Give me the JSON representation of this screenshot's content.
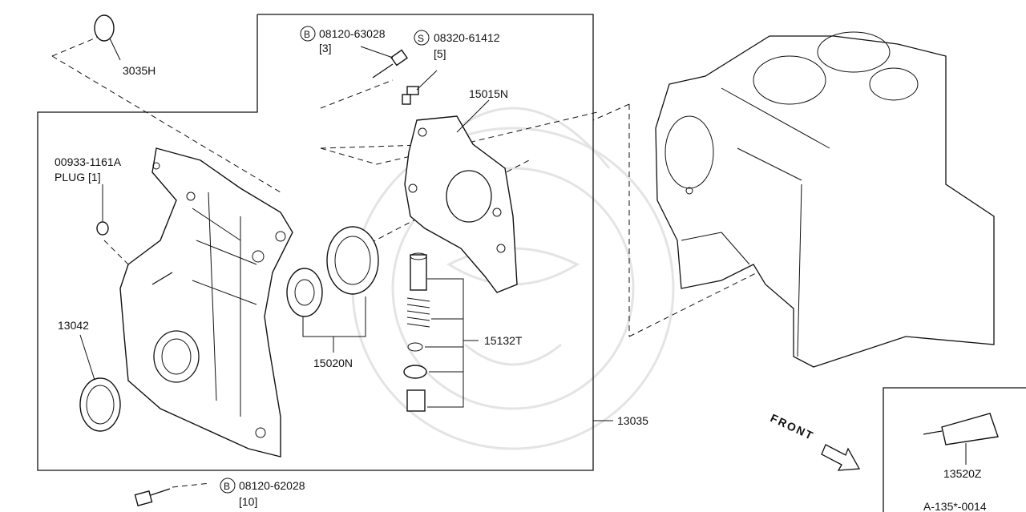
{
  "diagram": {
    "code": "A-135*-0014",
    "parts": {
      "o_ring": {
        "number": "3035H"
      },
      "bolt_upper": {
        "symbol": "B",
        "number": "08120-63028",
        "qty": "[3]"
      },
      "screw": {
        "symbol": "S",
        "number": "08320-61412",
        "qty": "[5]"
      },
      "pump_cover": {
        "number": "15015N"
      },
      "plug": {
        "number": "00933-1161A",
        "label": "PLUG [1]"
      },
      "front_seal": {
        "number": "13042"
      },
      "rotor_set": {
        "number": "15020N"
      },
      "relief_valve": {
        "number": "15132T"
      },
      "front_cover": {
        "number": "13035"
      },
      "bolt_lower": {
        "symbol": "B",
        "number": "08120-62028",
        "qty": "[10]"
      },
      "sealant": {
        "number": "13520Z"
      }
    },
    "direction_label": "FRONT"
  }
}
